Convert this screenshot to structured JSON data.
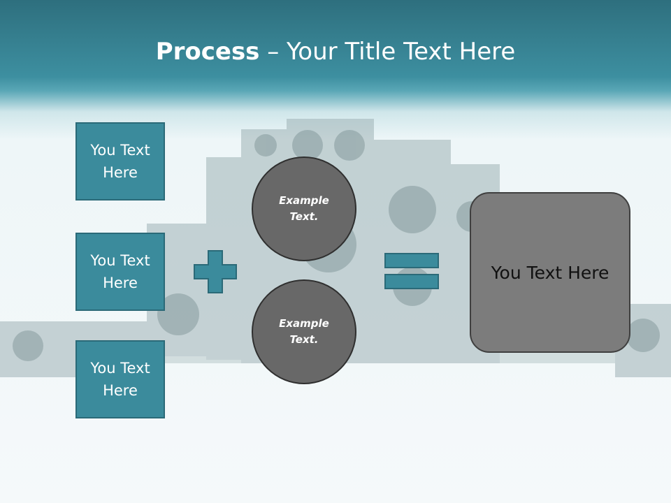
{
  "title": {
    "bold": "Process",
    "rest": " – Your Title Text Here"
  },
  "boxes": [
    {
      "text": "You Text Here"
    },
    {
      "text": "You Text Here"
    },
    {
      "text": "You Text Here"
    }
  ],
  "circles": [
    {
      "text": "Example Text."
    },
    {
      "text": "Example Text."
    }
  ],
  "result": {
    "text": "You Text Here"
  },
  "colors": {
    "header": "#3d8fa0",
    "box_fill": "#3b8b9c",
    "circle_fill": "#686868",
    "result_fill": "#7c7c7c"
  }
}
